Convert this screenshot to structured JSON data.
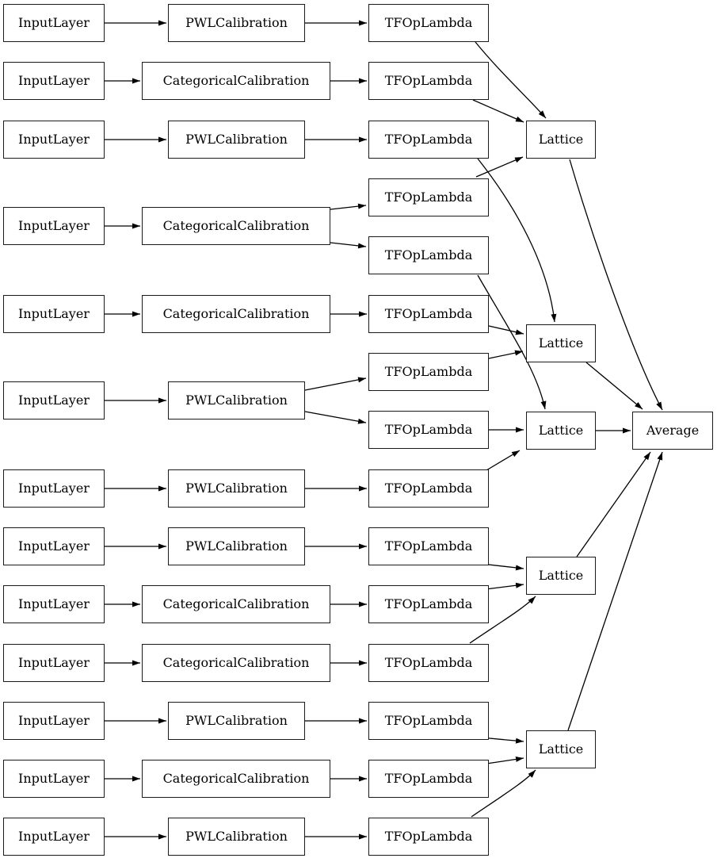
{
  "diagram": {
    "title": "keras-model-architecture-graph",
    "colors": {
      "background": "#ffffff",
      "node_fill": "#ffffff",
      "node_border": "#1b1b1b",
      "edge": "#000000",
      "text": "#000000"
    },
    "nodes": [
      {
        "id": "input-1",
        "label": "InputLayer"
      },
      {
        "id": "input-2",
        "label": "InputLayer"
      },
      {
        "id": "input-3",
        "label": "InputLayer"
      },
      {
        "id": "input-4",
        "label": "InputLayer"
      },
      {
        "id": "input-5",
        "label": "InputLayer"
      },
      {
        "id": "input-6",
        "label": "InputLayer"
      },
      {
        "id": "input-7",
        "label": "InputLayer"
      },
      {
        "id": "input-8",
        "label": "InputLayer"
      },
      {
        "id": "input-9",
        "label": "InputLayer"
      },
      {
        "id": "input-10",
        "label": "InputLayer"
      },
      {
        "id": "input-11",
        "label": "InputLayer"
      },
      {
        "id": "input-12",
        "label": "InputLayer"
      },
      {
        "id": "input-13",
        "label": "InputLayer"
      },
      {
        "id": "cal-1",
        "label": "PWLCalibration"
      },
      {
        "id": "cal-2",
        "label": "CategoricalCalibration"
      },
      {
        "id": "cal-3",
        "label": "PWLCalibration"
      },
      {
        "id": "cal-4",
        "label": "CategoricalCalibration"
      },
      {
        "id": "cal-5",
        "label": "CategoricalCalibration"
      },
      {
        "id": "cal-6",
        "label": "PWLCalibration"
      },
      {
        "id": "cal-7",
        "label": "PWLCalibration"
      },
      {
        "id": "cal-8",
        "label": "PWLCalibration"
      },
      {
        "id": "cal-9",
        "label": "CategoricalCalibration"
      },
      {
        "id": "cal-10",
        "label": "CategoricalCalibration"
      },
      {
        "id": "cal-11",
        "label": "PWLCalibration"
      },
      {
        "id": "cal-12",
        "label": "CategoricalCalibration"
      },
      {
        "id": "cal-13",
        "label": "PWLCalibration"
      },
      {
        "id": "tfop-1",
        "label": "TFOpLambda"
      },
      {
        "id": "tfop-2",
        "label": "TFOpLambda"
      },
      {
        "id": "tfop-3",
        "label": "TFOpLambda"
      },
      {
        "id": "tfop-4a",
        "label": "TFOpLambda"
      },
      {
        "id": "tfop-4b",
        "label": "TFOpLambda"
      },
      {
        "id": "tfop-5",
        "label": "TFOpLambda"
      },
      {
        "id": "tfop-6a",
        "label": "TFOpLambda"
      },
      {
        "id": "tfop-6b",
        "label": "TFOpLambda"
      },
      {
        "id": "tfop-7",
        "label": "TFOpLambda"
      },
      {
        "id": "tfop-8",
        "label": "TFOpLambda"
      },
      {
        "id": "tfop-9",
        "label": "TFOpLambda"
      },
      {
        "id": "tfop-10",
        "label": "TFOpLambda"
      },
      {
        "id": "tfop-11",
        "label": "TFOpLambda"
      },
      {
        "id": "tfop-12",
        "label": "TFOpLambda"
      },
      {
        "id": "tfop-13",
        "label": "TFOpLambda"
      },
      {
        "id": "lattice-1",
        "label": "Lattice"
      },
      {
        "id": "lattice-2",
        "label": "Lattice"
      },
      {
        "id": "lattice-3",
        "label": "Lattice"
      },
      {
        "id": "lattice-4",
        "label": "Lattice"
      },
      {
        "id": "lattice-5",
        "label": "Lattice"
      },
      {
        "id": "average",
        "label": "Average"
      }
    ],
    "edges": [
      [
        "input-1",
        "cal-1"
      ],
      [
        "input-2",
        "cal-2"
      ],
      [
        "input-3",
        "cal-3"
      ],
      [
        "input-4",
        "cal-4"
      ],
      [
        "input-5",
        "cal-5"
      ],
      [
        "input-6",
        "cal-6"
      ],
      [
        "input-7",
        "cal-7"
      ],
      [
        "input-8",
        "cal-8"
      ],
      [
        "input-9",
        "cal-9"
      ],
      [
        "input-10",
        "cal-10"
      ],
      [
        "input-11",
        "cal-11"
      ],
      [
        "input-12",
        "cal-12"
      ],
      [
        "input-13",
        "cal-13"
      ],
      [
        "cal-1",
        "tfop-1"
      ],
      [
        "cal-2",
        "tfop-2"
      ],
      [
        "cal-3",
        "tfop-3"
      ],
      [
        "cal-4",
        "tfop-4a"
      ],
      [
        "cal-4",
        "tfop-4b"
      ],
      [
        "cal-5",
        "tfop-5"
      ],
      [
        "cal-6",
        "tfop-6a"
      ],
      [
        "cal-6",
        "tfop-6b"
      ],
      [
        "cal-7",
        "tfop-7"
      ],
      [
        "cal-8",
        "tfop-8"
      ],
      [
        "cal-9",
        "tfop-9"
      ],
      [
        "cal-10",
        "tfop-10"
      ],
      [
        "cal-11",
        "tfop-11"
      ],
      [
        "cal-12",
        "tfop-12"
      ],
      [
        "cal-13",
        "tfop-13"
      ],
      [
        "tfop-1",
        "lattice-1"
      ],
      [
        "tfop-2",
        "lattice-1"
      ],
      [
        "tfop-4a",
        "lattice-1"
      ],
      [
        "tfop-3",
        "lattice-2"
      ],
      [
        "tfop-5",
        "lattice-2"
      ],
      [
        "tfop-6a",
        "lattice-2"
      ],
      [
        "tfop-4b",
        "lattice-3"
      ],
      [
        "tfop-6b",
        "lattice-3"
      ],
      [
        "tfop-7",
        "lattice-3"
      ],
      [
        "tfop-8",
        "lattice-4"
      ],
      [
        "tfop-9",
        "lattice-4"
      ],
      [
        "tfop-10",
        "lattice-4"
      ],
      [
        "tfop-11",
        "lattice-5"
      ],
      [
        "tfop-12",
        "lattice-5"
      ],
      [
        "tfop-13",
        "lattice-5"
      ],
      [
        "lattice-1",
        "average"
      ],
      [
        "lattice-2",
        "average"
      ],
      [
        "lattice-3",
        "average"
      ],
      [
        "lattice-4",
        "average"
      ],
      [
        "lattice-5",
        "average"
      ]
    ]
  }
}
